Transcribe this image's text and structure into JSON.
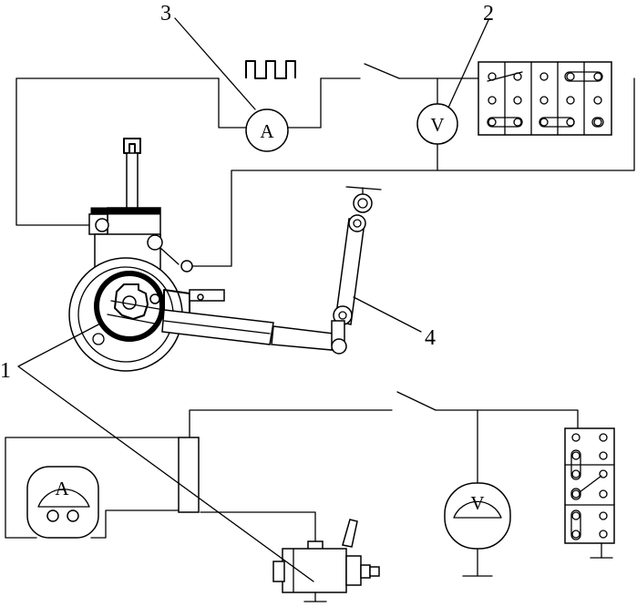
{
  "labels": {
    "part1": "1",
    "part2": "2",
    "part3": "3",
    "part4": "4"
  },
  "meters": {
    "ammeter_symbol": "A",
    "voltmeter_symbol": "V"
  }
}
